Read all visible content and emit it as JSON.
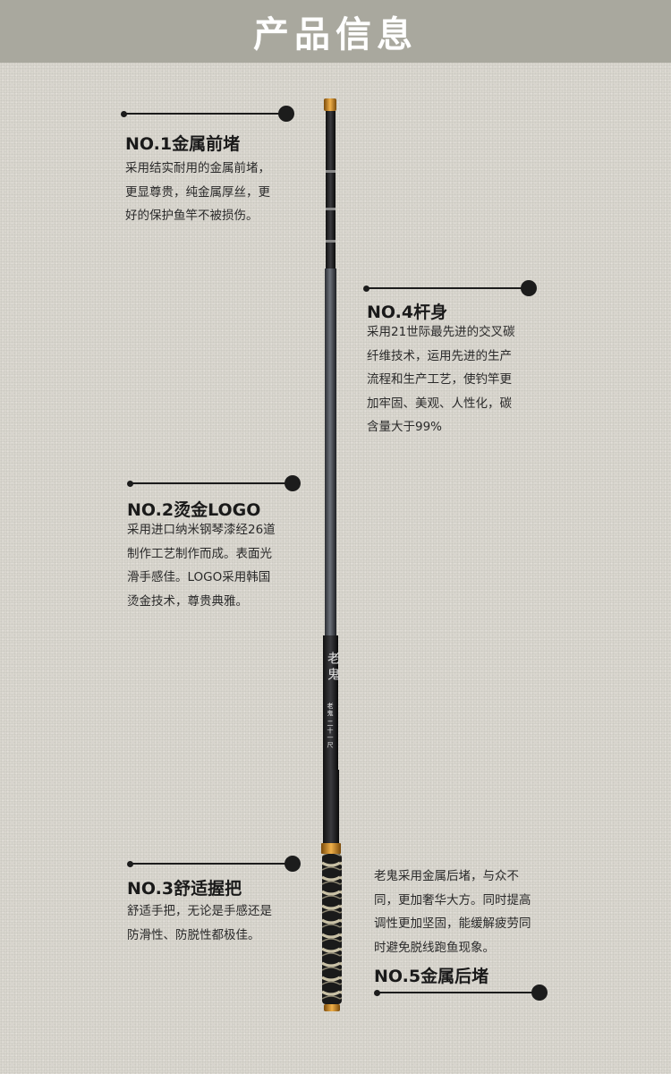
{
  "header": {
    "title": "产品信息"
  },
  "rod": {
    "brand_chars": "老鬼",
    "spec_text": "老鬼 二十一尺"
  },
  "features": [
    {
      "title": "NO.1金属前堵",
      "lines": [
        "采用结实耐用的金属前堵，",
        "更显尊贵，纯金属厚丝，更",
        "好的保护鱼竿不被损伤。"
      ]
    },
    {
      "title": "NO.4杆身",
      "lines": [
        "采用21世际最先进的交叉碳",
        "纤维技术，运用先进的生产",
        "流程和生产工艺，使钓竿更",
        "加牢固、美观、人性化，碳",
        "含量大于99%"
      ]
    },
    {
      "title": "NO.2烫金LOGO",
      "lines": [
        "采用进口纳米钢琴漆经26道",
        "制作工艺制作而成。表面光",
        "滑手感佳。LOGO采用韩国",
        "烫金技术，尊贵典雅。"
      ]
    },
    {
      "title": "NO.3舒适握把",
      "lines": [
        "舒适手把，无论是手感还是",
        "防滑性、防脱性都极佳。"
      ]
    },
    {
      "title": "NO.5金属后堵",
      "lines": [
        "老鬼采用金属后堵，与众不",
        "同，更加奢华大方。同时提高",
        "调性更加坚固，能缓解疲劳同",
        "时避免脱线跑鱼现象。"
      ]
    }
  ],
  "colors": {
    "header_bg": "#a9a89e",
    "background": "#d9d6ce",
    "text": "#1a1a1a",
    "gold": "#d8962c"
  }
}
